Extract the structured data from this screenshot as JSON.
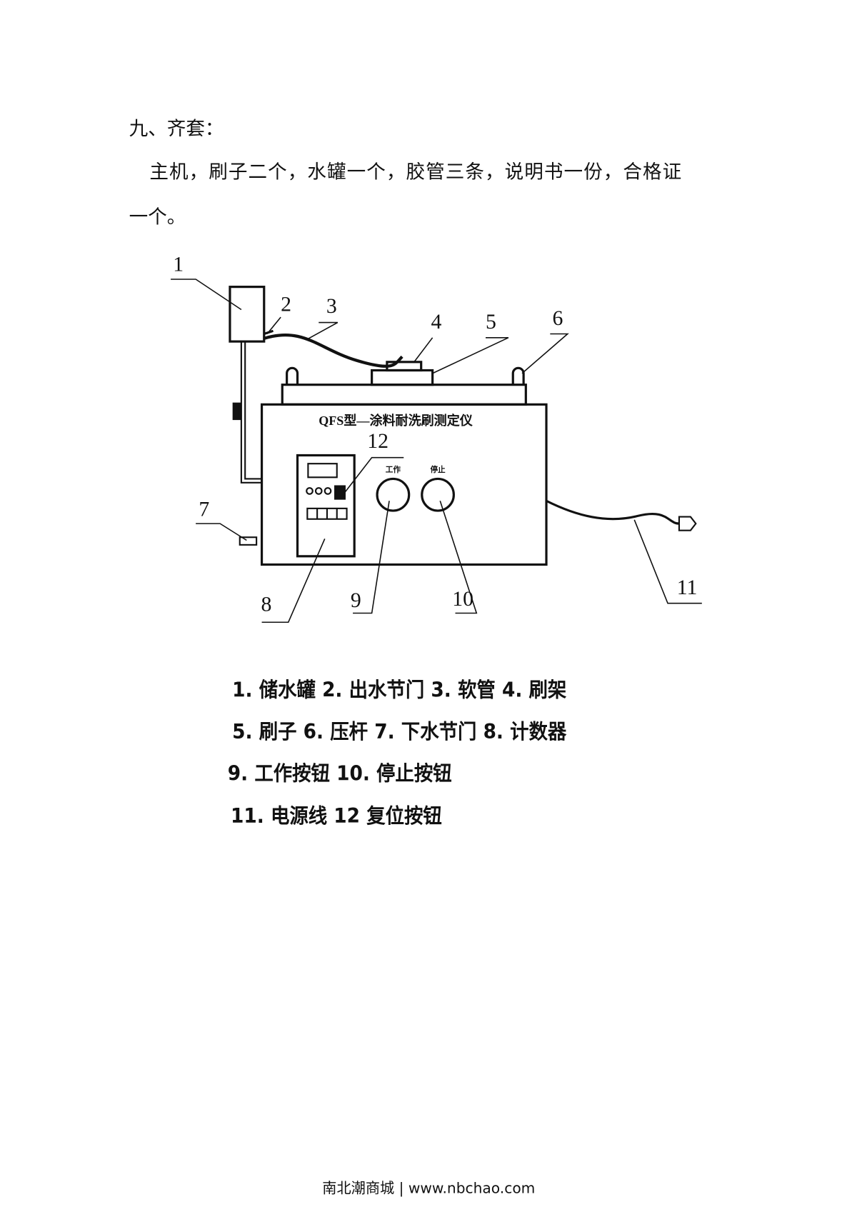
{
  "section": {
    "heading": "九、齐套：",
    "paragraph_line1": "主机，刷子二个，水罐一个，胶管三条，说明书一份，合格证",
    "paragraph_line2": "一个。"
  },
  "diagram": {
    "device_title": "QFS型—涂料耐洗刷测定仪",
    "button_work": "工作",
    "button_stop": "停止",
    "callouts": [
      "1",
      "2",
      "3",
      "4",
      "5",
      "6",
      "7",
      "8",
      "9",
      "10",
      "11",
      "12"
    ]
  },
  "legend": {
    "lines": [
      "1. 储水罐 2. 出水节门 3. 软管 4. 刷架",
      "5. 刷子 6. 压杆 7. 下水节门 8. 计数器",
      "9. 工作按钮 10. 停止按钮",
      "11. 电源线 12 复位按钮"
    ]
  },
  "footer": {
    "text": "南北潮商城 | www.nbchao.com"
  }
}
